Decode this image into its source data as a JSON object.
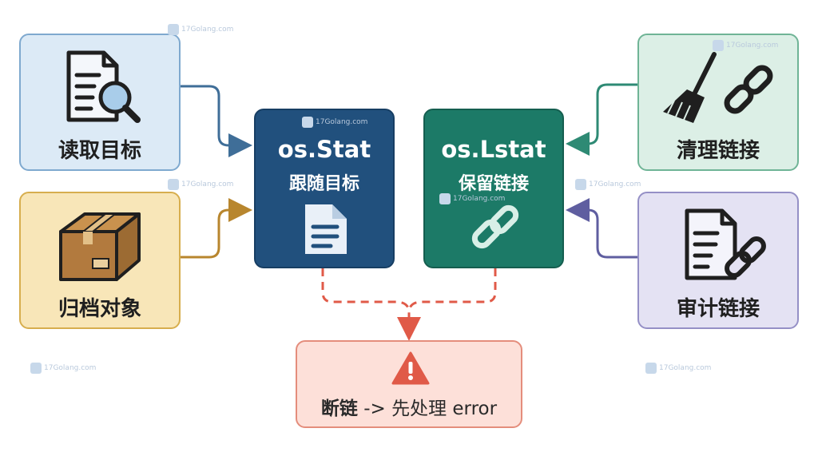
{
  "nodes": {
    "read_target": {
      "label": "读取目标",
      "icon": "document-search-icon"
    },
    "archive_object": {
      "label": "归档对象",
      "icon": "cardboard-box-icon"
    },
    "clean_links": {
      "label": "清理链接",
      "icon": "broom-broken-link-icon"
    },
    "audit_links": {
      "label": "审计链接",
      "icon": "document-link-icon"
    },
    "os_stat": {
      "title": "os.Stat",
      "subtitle": "跟随目标",
      "icon": "file-icon"
    },
    "os_lstat": {
      "title": "os.Lstat",
      "subtitle": "保留链接",
      "icon": "chain-link-icon"
    },
    "broken_link": {
      "label_prefix": "断链",
      "label_arrow": " -> ",
      "label_action": "先处理 error",
      "icon": "warning-icon"
    }
  },
  "edges": [
    {
      "from": "read_target",
      "to": "os_stat",
      "style": "solid"
    },
    {
      "from": "archive_object",
      "to": "os_stat",
      "style": "solid"
    },
    {
      "from": "clean_links",
      "to": "os_lstat",
      "style": "solid"
    },
    {
      "from": "audit_links",
      "to": "os_lstat",
      "style": "solid"
    },
    {
      "from": "os_stat",
      "to": "broken_link",
      "style": "dashed"
    },
    {
      "from": "os_lstat",
      "to": "broken_link",
      "style": "dashed"
    }
  ],
  "watermark": {
    "text": "17Golang.com"
  },
  "colors": {
    "stat_blue": "#21507d",
    "lstat_green": "#1c7a67",
    "error_red": "#e05a48",
    "read_edge": "#3f6e98",
    "archive_edge": "#b8862e",
    "clean_edge": "#2e8a74",
    "audit_edge": "#5f5ea0"
  }
}
